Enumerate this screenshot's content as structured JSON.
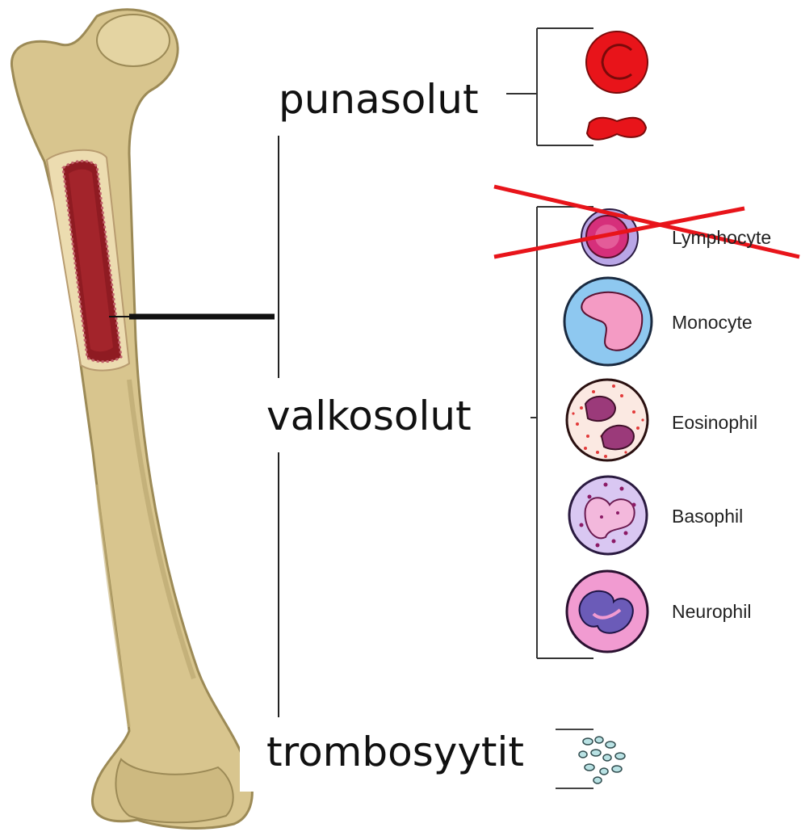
{
  "labels": {
    "red_cells": "punasolut",
    "white_cells": "valkosolut",
    "platelets": "trombosyytit"
  },
  "white_cell_types": [
    "Lymphocyte",
    "Monocyte",
    "Eosinophil",
    "Basophil",
    "Neurophil"
  ],
  "crossed_out": "Lymphocyte",
  "colors": {
    "bone": "#d9c690",
    "marrow": "#8f1b22",
    "red_cell": "#e8141a",
    "strike": "#e8141a"
  }
}
